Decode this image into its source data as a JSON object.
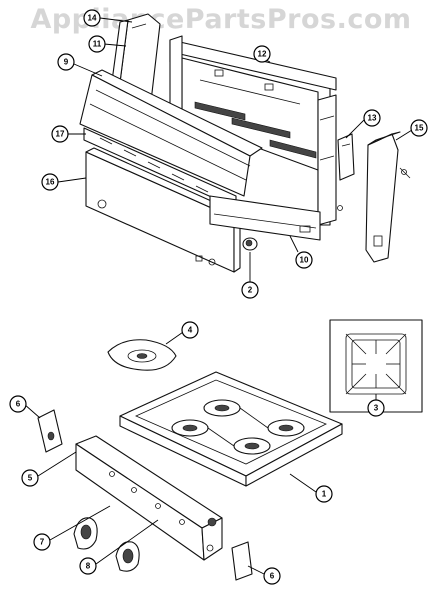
{
  "watermark": "AppliancePartsPros.com",
  "callouts": [
    {
      "id": "c14",
      "label": "14"
    },
    {
      "id": "c11",
      "label": "11"
    },
    {
      "id": "c9",
      "label": "9"
    },
    {
      "id": "c12",
      "label": "12"
    },
    {
      "id": "c13",
      "label": "13"
    },
    {
      "id": "c15",
      "label": "15"
    },
    {
      "id": "c17",
      "label": "17"
    },
    {
      "id": "c16",
      "label": "16"
    },
    {
      "id": "c10",
      "label": "10"
    },
    {
      "id": "c2",
      "label": "2"
    },
    {
      "id": "c4",
      "label": "4"
    },
    {
      "id": "c3",
      "label": "3"
    },
    {
      "id": "c6a",
      "label": "6"
    },
    {
      "id": "c5",
      "label": "5"
    },
    {
      "id": "c1",
      "label": "1"
    },
    {
      "id": "c7",
      "label": "7"
    },
    {
      "id": "c8",
      "label": "8"
    },
    {
      "id": "c6b",
      "label": "6"
    }
  ]
}
